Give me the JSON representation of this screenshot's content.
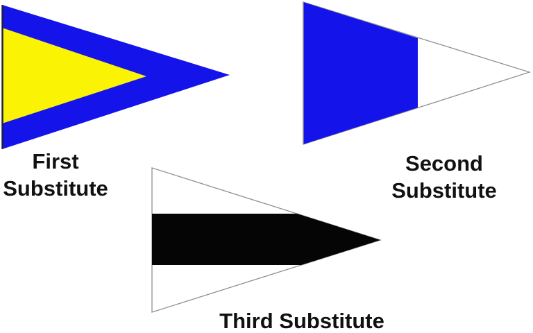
{
  "figure": {
    "background": "#ffffff",
    "kind": "international-code-of-signals-substitute-pennants"
  },
  "colors": {
    "flag_blue": "#1414EA",
    "flag_yellow": "#FAF303",
    "flag_black": "#050505",
    "flag_white": "#ffffff",
    "outline_gray": "#8f8f8f",
    "hoist_dark": "#20203a",
    "label_text": "#111111"
  },
  "flags": {
    "first": "first-substitute-pennant",
    "second": "second-substitute-pennant",
    "third": "third-substitute-pennant"
  },
  "labels": {
    "first": {
      "line1": "First",
      "line2": "Substitute"
    },
    "second": {
      "line1": "Second",
      "line2": "Substitute"
    },
    "third": {
      "text": "Third Substitute"
    }
  }
}
